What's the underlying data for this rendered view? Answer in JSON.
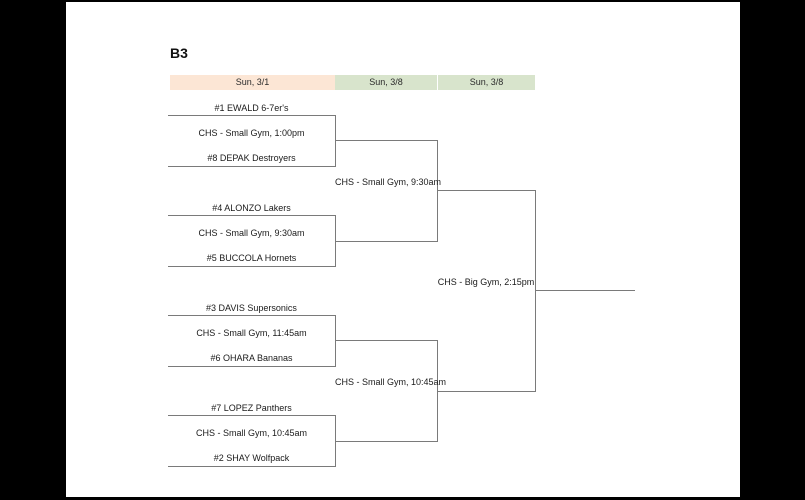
{
  "page": {
    "title": "B3"
  },
  "colors": {
    "letterbox": "#000000",
    "day1_header_bg": "#fce6d5",
    "day2_header_bg": "#d8e4cc",
    "bracket_line": "#7a7a7a"
  },
  "header": {
    "columns": [
      {
        "label": "Sun, 3/1"
      },
      {
        "label": "Sun, 3/8"
      },
      {
        "label": "Sun, 3/8"
      }
    ]
  },
  "bracket": {
    "round1": [
      {
        "top_team": "#1 EWALD 6-7er's",
        "game": "CHS - Small Gym, 1:00pm",
        "bottom_team": "#8 DEPAK Destroyers"
      },
      {
        "top_team": "#4 ALONZO Lakers",
        "game": "CHS - Small Gym, 9:30am",
        "bottom_team": "#5 BUCCOLA Hornets"
      },
      {
        "top_team": "#3 DAVIS Supersonics",
        "game": "CHS - Small Gym, 11:45am",
        "bottom_team": "#6 OHARA Bananas"
      },
      {
        "top_team": "#7 LOPEZ Panthers",
        "game": "CHS - Small Gym, 10:45am",
        "bottom_team": "#2 SHAY Wolfpack"
      }
    ],
    "round2": [
      {
        "game": "CHS - Small Gym, 9:30am"
      },
      {
        "game": "CHS - Small Gym, 10:45am"
      }
    ],
    "final": {
      "game": "CHS - Big Gym, 2:15pm"
    }
  }
}
